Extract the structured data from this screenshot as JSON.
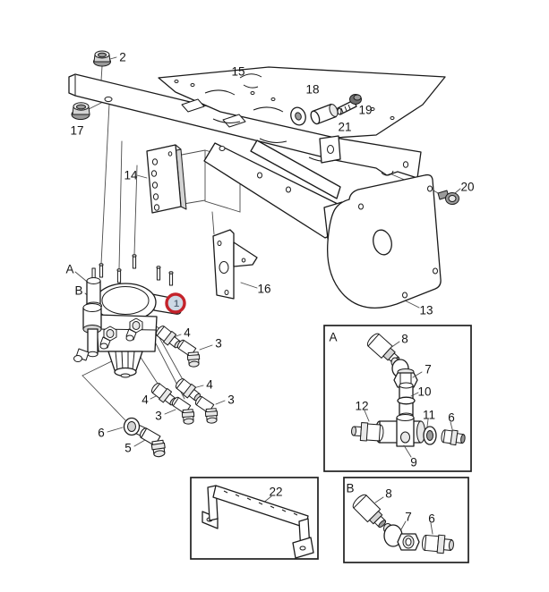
{
  "page": {
    "background": "#ffffff",
    "description_labels_only": true
  },
  "colors": {
    "line": "#1b1b1b",
    "leader": "#4b4b4b",
    "highlight_ring": "#c4232b",
    "highlight_fill": "#cdd9e5",
    "highlight_text": "#5a6b7c"
  },
  "labels": {
    "highlight": "1",
    "main": [
      "2",
      "17",
      "15",
      "18",
      "19",
      "21",
      "20",
      "14",
      "16",
      "13",
      "A",
      "B",
      "4",
      "3",
      "4",
      "4",
      "3",
      "3",
      "6",
      "5",
      "22"
    ],
    "inset_a": [
      "A",
      "8",
      "7",
      "10",
      "12",
      "11",
      "6",
      "9"
    ],
    "inset_b": [
      "B",
      "8",
      "7",
      "6"
    ]
  }
}
